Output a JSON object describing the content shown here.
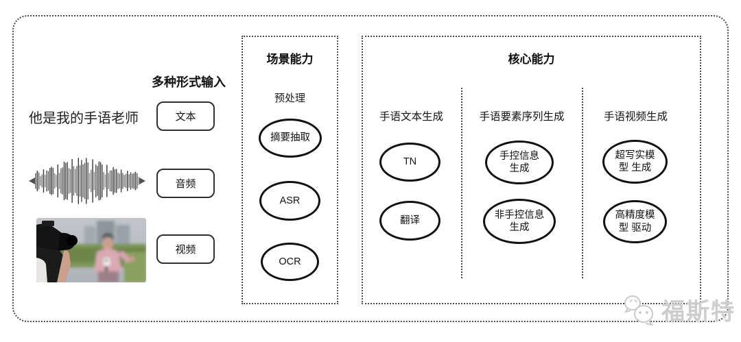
{
  "input_section": {
    "label": "多种形式输入",
    "sentence": "他是我的手语老师",
    "items": [
      {
        "label": "文本"
      },
      {
        "label": "音频"
      },
      {
        "label": "视频"
      }
    ]
  },
  "scene_box": {
    "title": "场景能力",
    "subtitle": "预处理",
    "nodes": [
      "摘要抽取",
      "ASR",
      "OCR"
    ]
  },
  "core_box": {
    "title": "核心能力",
    "columns": [
      {
        "header": "手语文本生成",
        "nodes": [
          "TN",
          "翻译"
        ]
      },
      {
        "header": "手语要素序列生成",
        "nodes": [
          "手控信息 生成",
          "非手控信息 生成"
        ]
      },
      {
        "header": "手语视频生成",
        "nodes": [
          "超写实模型 生成",
          "高精度模型 驱动"
        ]
      }
    ]
  },
  "watermark": {
    "text": "福斯特"
  },
  "colors": {
    "line": "#1c1c1c",
    "dotted_border": "#4a4a4a",
    "watermark": "#cdcdcd"
  }
}
